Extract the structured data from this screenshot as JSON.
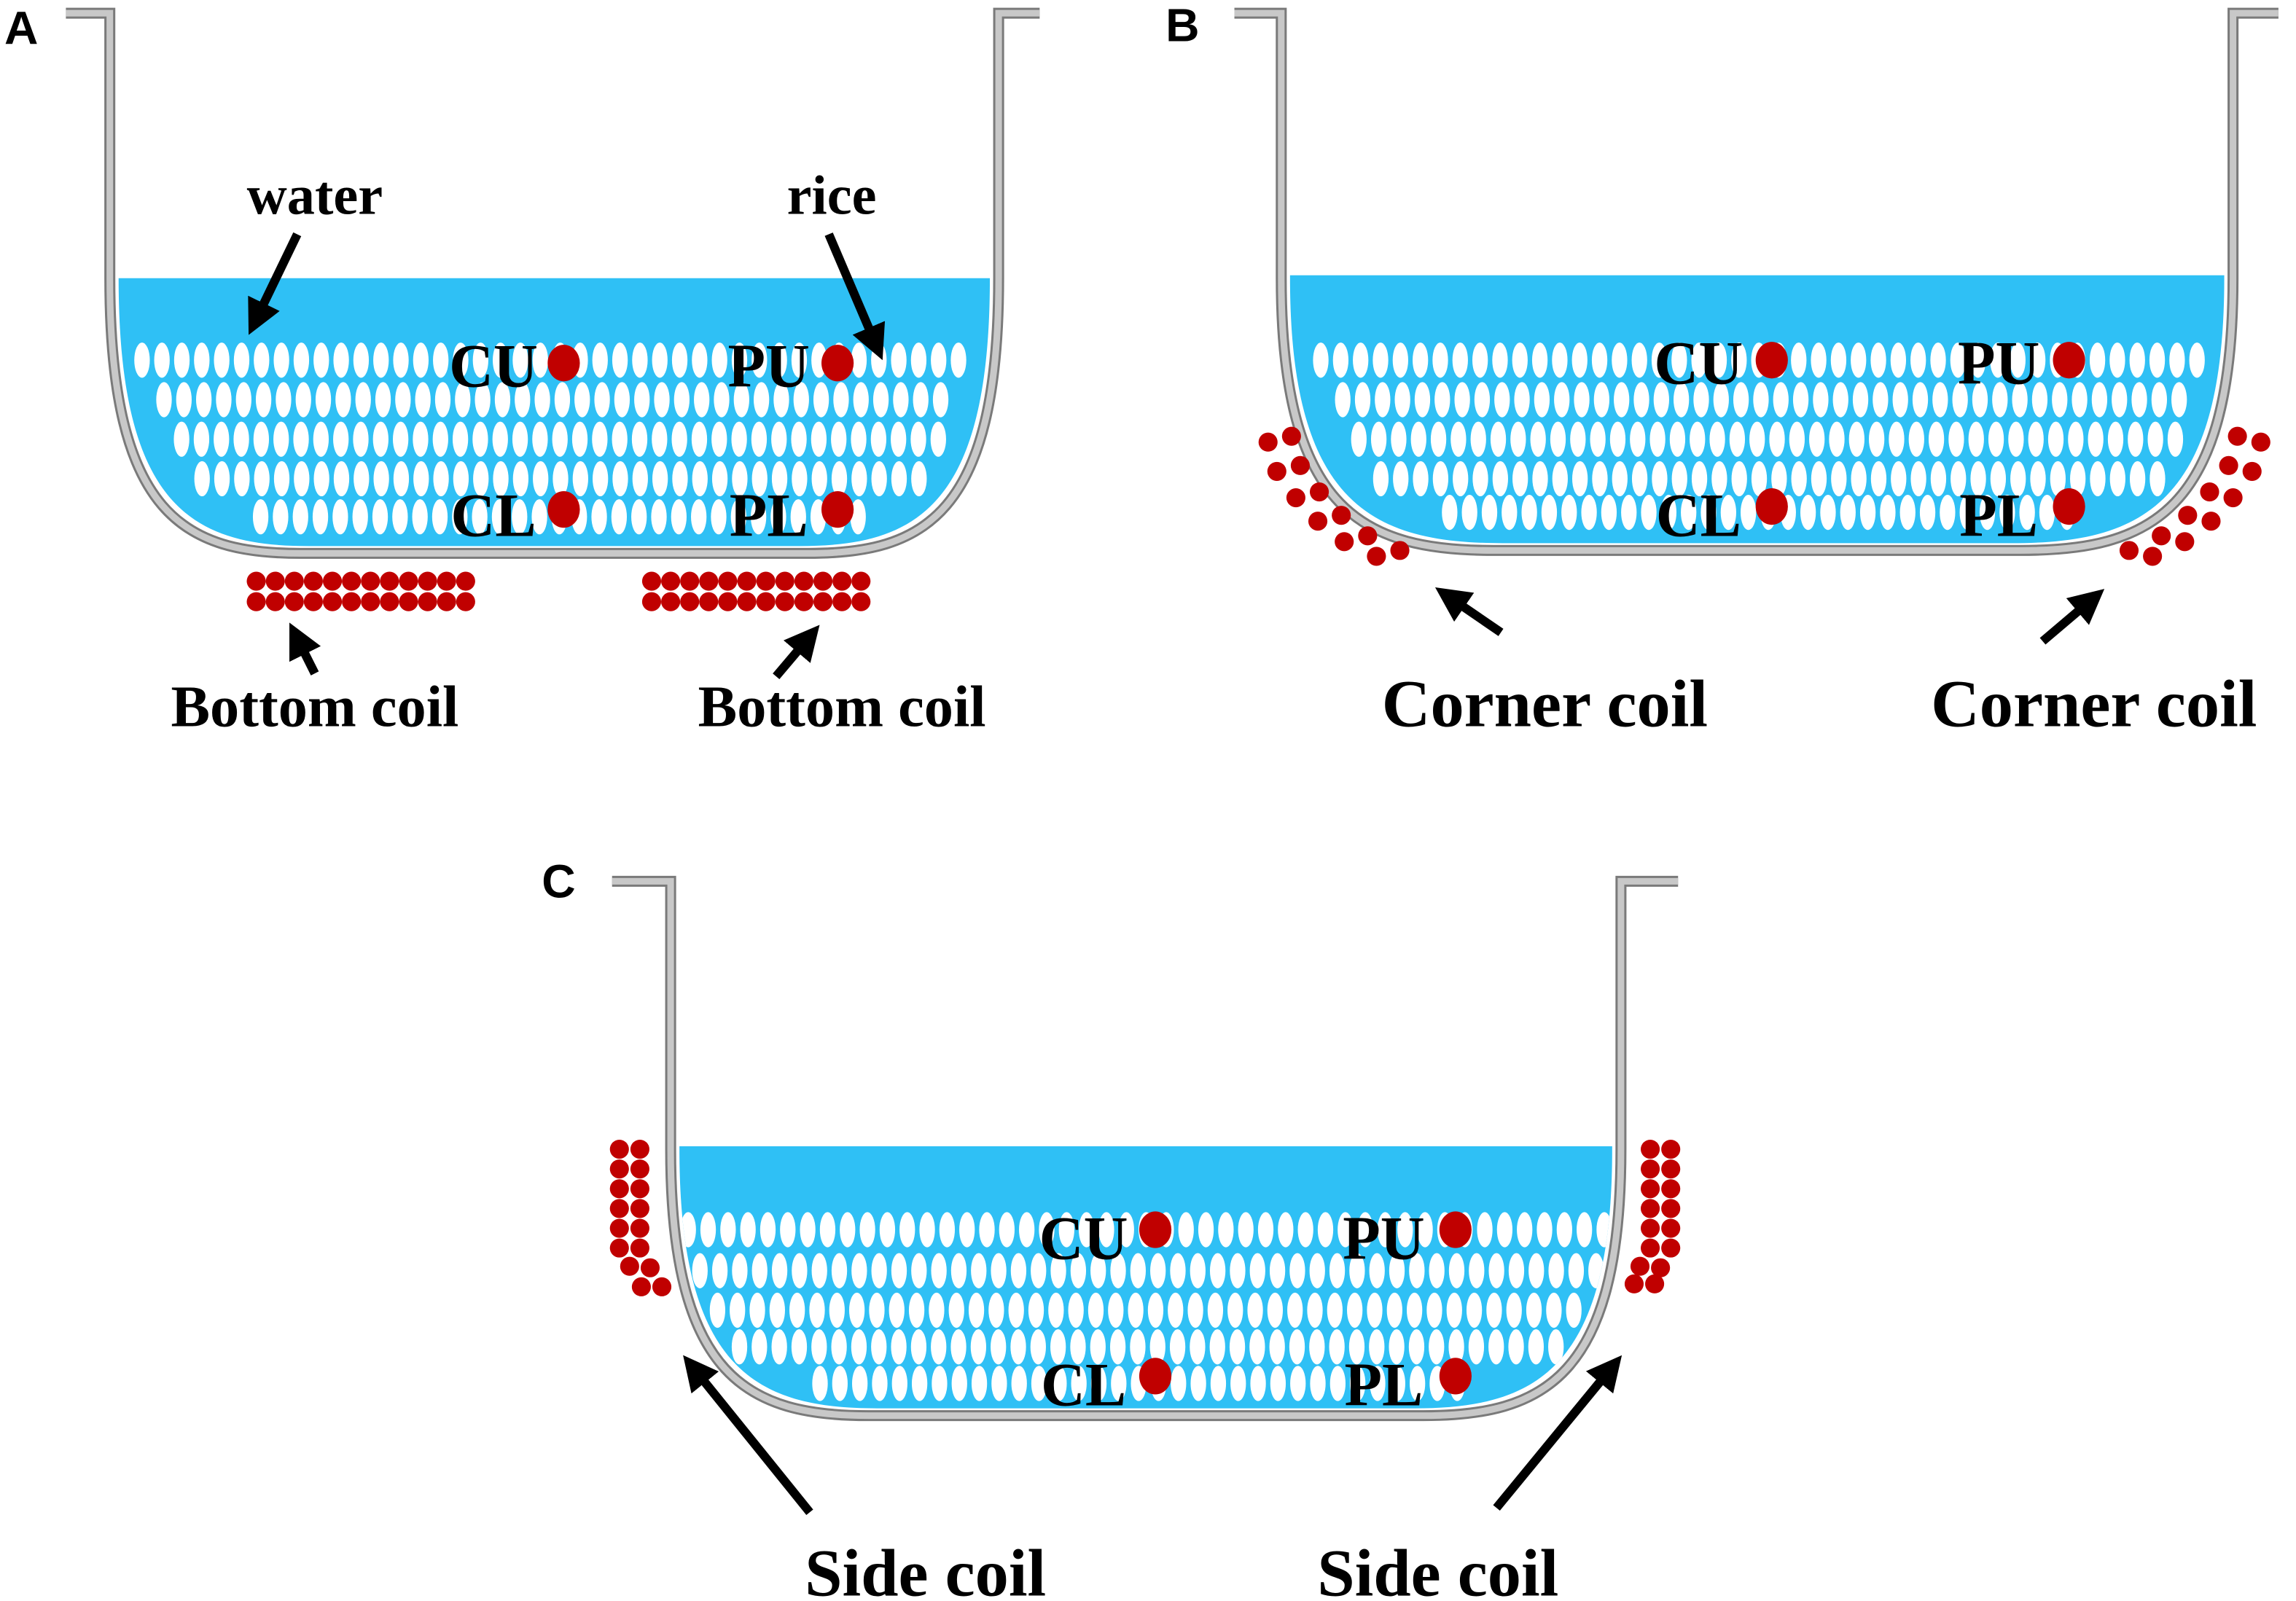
{
  "panels": {
    "a": {
      "letter": "A",
      "water_label": "water",
      "rice_label": "rice",
      "coil_left": "Bottom coil",
      "coil_right": "Bottom coil"
    },
    "b": {
      "letter": "B",
      "coil_left": "Corner coil",
      "coil_right": "Corner coil"
    },
    "c": {
      "letter": "C",
      "coil_left": "Side coil",
      "coil_right": "Side coil"
    }
  },
  "points": {
    "cu": "CU",
    "pu": "PU",
    "cl": "CL",
    "pl": "PL"
  },
  "colors": {
    "water": "#2fc0f5",
    "coil": "#c00000",
    "pot": "#c8c8c8",
    "pot_edge": "#7a7a7a",
    "rice": "#ffffff"
  }
}
